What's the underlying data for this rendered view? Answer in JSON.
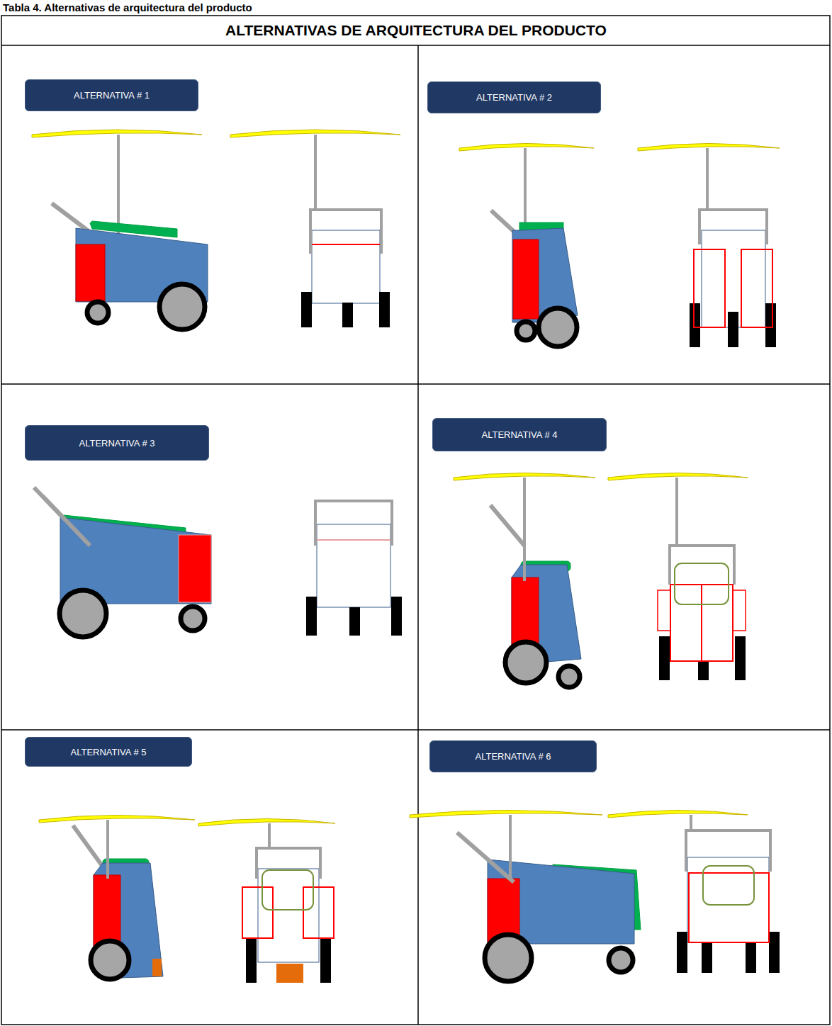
{
  "diagram": {
    "title": "ALTERNATIVAS DE ARQUITECTURA DEL PRODUCTO",
    "nodes": [
      {
        "text": [
          "ALTERNATIVA # 1"
        ]
      },
      {
        "text": [
          "ALTERNATIVA # 2"
        ]
      },
      {
        "text": [
          "ALTERNATIVA # 3"
        ]
      },
      {
        "text": [
          "ALTERNATIVA # 4"
        ]
      },
      {
        "text": [
          "ALTERNATIVA # 5"
        ]
      },
      {
        "text": [
          "ALTERNATIVA # 6"
        ]
      }
    ],
    "labels": [
      "Tabla 4. Alternativas de arquitectura del producto"
    ]
  }
}
